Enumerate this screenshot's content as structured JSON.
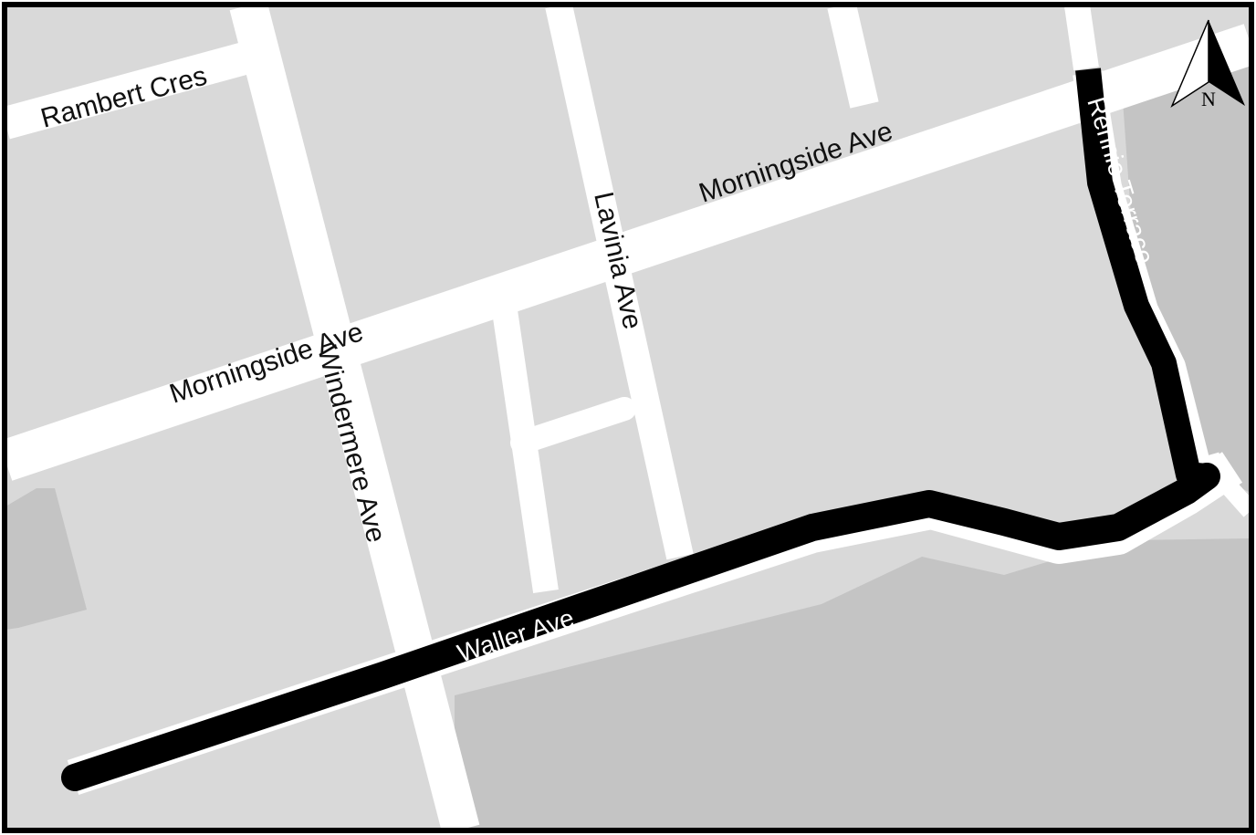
{
  "colors": {
    "block": "#d9d9d9",
    "street": "#ffffff",
    "park": "#c4c4c4",
    "route": "#000000",
    "frame": "#000000"
  },
  "streets": {
    "rambert_cres": "Rambert Cres",
    "morningside_east": "Morningside Ave",
    "morningside_west": "Morningside Ave",
    "lavinia": "Lavinia Ave",
    "windermere": "Windermere Ave",
    "waller": "Waller Ave",
    "rennie": "Rennie Terrace"
  },
  "north_arrow": {
    "icon": "north-arrow-icon",
    "label": "N"
  }
}
